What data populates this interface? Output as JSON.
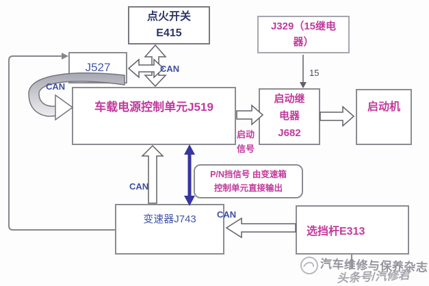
{
  "diagram": {
    "boxes": {
      "ignition_switch": {
        "label": "点火开关\nE415"
      },
      "relay_j329": {
        "label": "J329（15继电\n器）"
      },
      "gateway_j527": {
        "label": "J527"
      },
      "power_control_j519": {
        "label": "车载电源控制单元J519"
      },
      "starter_relay_j682": {
        "label": "启动继\n电器\nJ682"
      },
      "starter_motor": {
        "label": "启动机"
      },
      "transmission_j743": {
        "label": "变速器J743"
      },
      "selector_lever_e313": {
        "label": "选挡杆E313"
      },
      "pn_signal_note": {
        "label": "P/N挡信号 由变速箱\n控制单元直接输出"
      }
    },
    "labels": {
      "can_top": "CAN",
      "can_left": "CAN",
      "can_middle": "CAN",
      "can_bottom": "CAN",
      "terminal_15": "15",
      "start_signal": "启动\n信号"
    },
    "colors": {
      "magenta_text": "#c03a9c",
      "blue_text": "#3d4fa1",
      "navy_text": "#2c3566",
      "arrow_blue": "#3735a0",
      "border_gray": "#8b8b93"
    },
    "watermark": {
      "magazine": "汽车维修与保养杂志",
      "account": "头条号/汽修君"
    }
  }
}
